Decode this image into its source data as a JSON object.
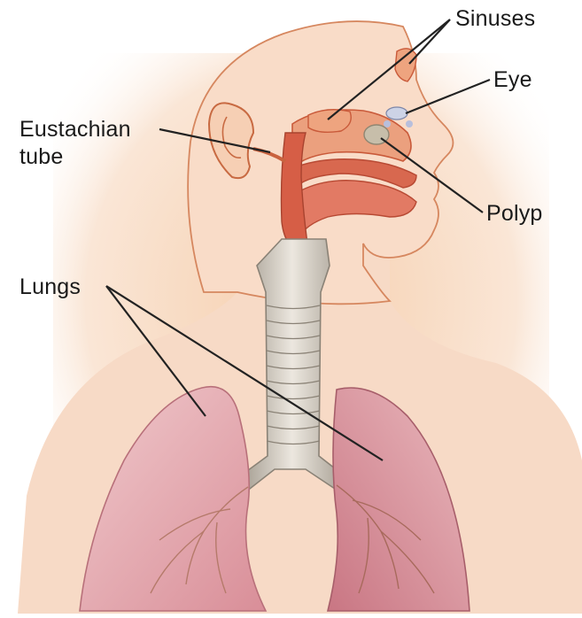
{
  "labels": {
    "sinuses": "Sinuses",
    "eye": "Eye",
    "eustachian_line1": "Eustachian",
    "eustachian_line2": "tube",
    "polyp": "Polyp",
    "lungs": "Lungs"
  },
  "colors": {
    "skin": "#f8dcc4",
    "outline": "#c8643a",
    "airway": "#d9604a",
    "trachea": "#c9c2b6",
    "lung": "#e4a6ae",
    "leader_line": "#222222"
  }
}
